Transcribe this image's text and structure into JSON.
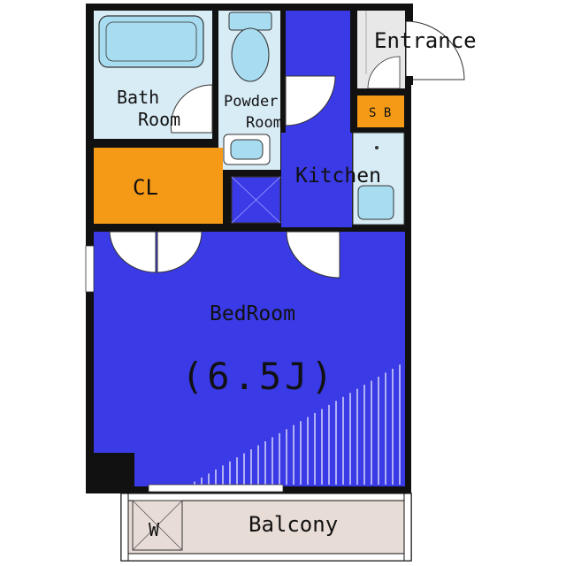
{
  "rooms": {
    "entrance": "Entrance",
    "shoe_box": "S B",
    "bath_line1": "Bath",
    "bath_line2": "Room",
    "powder_line1": "Powder",
    "powder_line2": "Room",
    "kitchen": "Kitchen",
    "closet": "CL",
    "bedroom": "BedRoom",
    "bedroom_size": "(6.5J)",
    "balcony": "Balcony",
    "washer": "W"
  },
  "colors": {
    "wall": "#111111",
    "bedroom": "#3a3ae6",
    "closet": "#f59a16",
    "wet_area": "#d8ecf6",
    "entrance": "#e8e8e8",
    "balcony": "#e8dcd6",
    "fixture": "#a8dcf0"
  }
}
